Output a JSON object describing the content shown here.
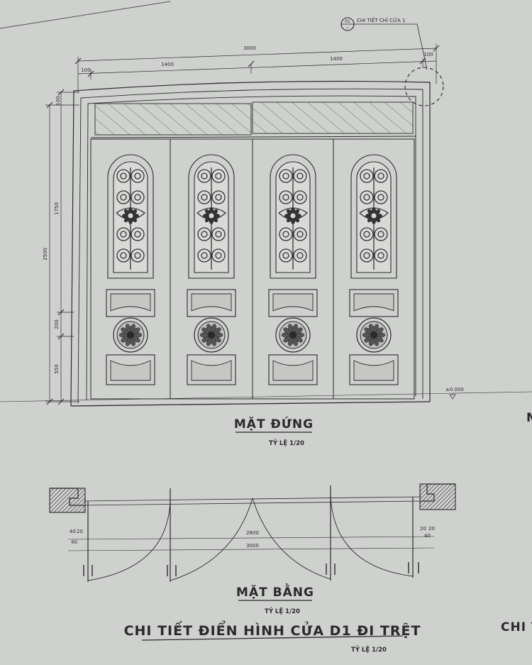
{
  "callout": {
    "number": "01",
    "sheet": "--",
    "label": "CHI TIẾT CHỈ CỬA 1"
  },
  "elevation": {
    "dims_horizontal": {
      "overall": "3000",
      "left_leaf_pair": "1400",
      "right_leaf_pair": "1400",
      "frame_left": "100",
      "frame_right": "100"
    },
    "dims_vertical": {
      "top_frame": "100",
      "upper": "1750",
      "total": "2500",
      "middle": "200",
      "lower": "550"
    },
    "level_mark": "±0.000",
    "title": "MẶT ĐỨNG",
    "scale": "TỶ LỆ 1/20"
  },
  "plan": {
    "dims": {
      "clear": "2800",
      "overall": "3000",
      "left_stack": [
        "40",
        "20",
        "40"
      ],
      "right_stack": [
        "20",
        "20",
        "40"
      ]
    },
    "title": "MẶT BẰNG",
    "scale": "TỶ LỆ 1/20"
  },
  "sheet_title": "CHI TIẾT ĐIỂN HÌNH CỬA D1 ĐI TRỆT",
  "sheet_scale": "TỶ LỆ 1/20",
  "edge_fragments": {
    "right_mid": "M",
    "right_bottom": "CHI T"
  },
  "colors": {
    "paper": "#cfd1cf",
    "ink": "#2a2a2a",
    "shade": "#8e8e8e"
  }
}
